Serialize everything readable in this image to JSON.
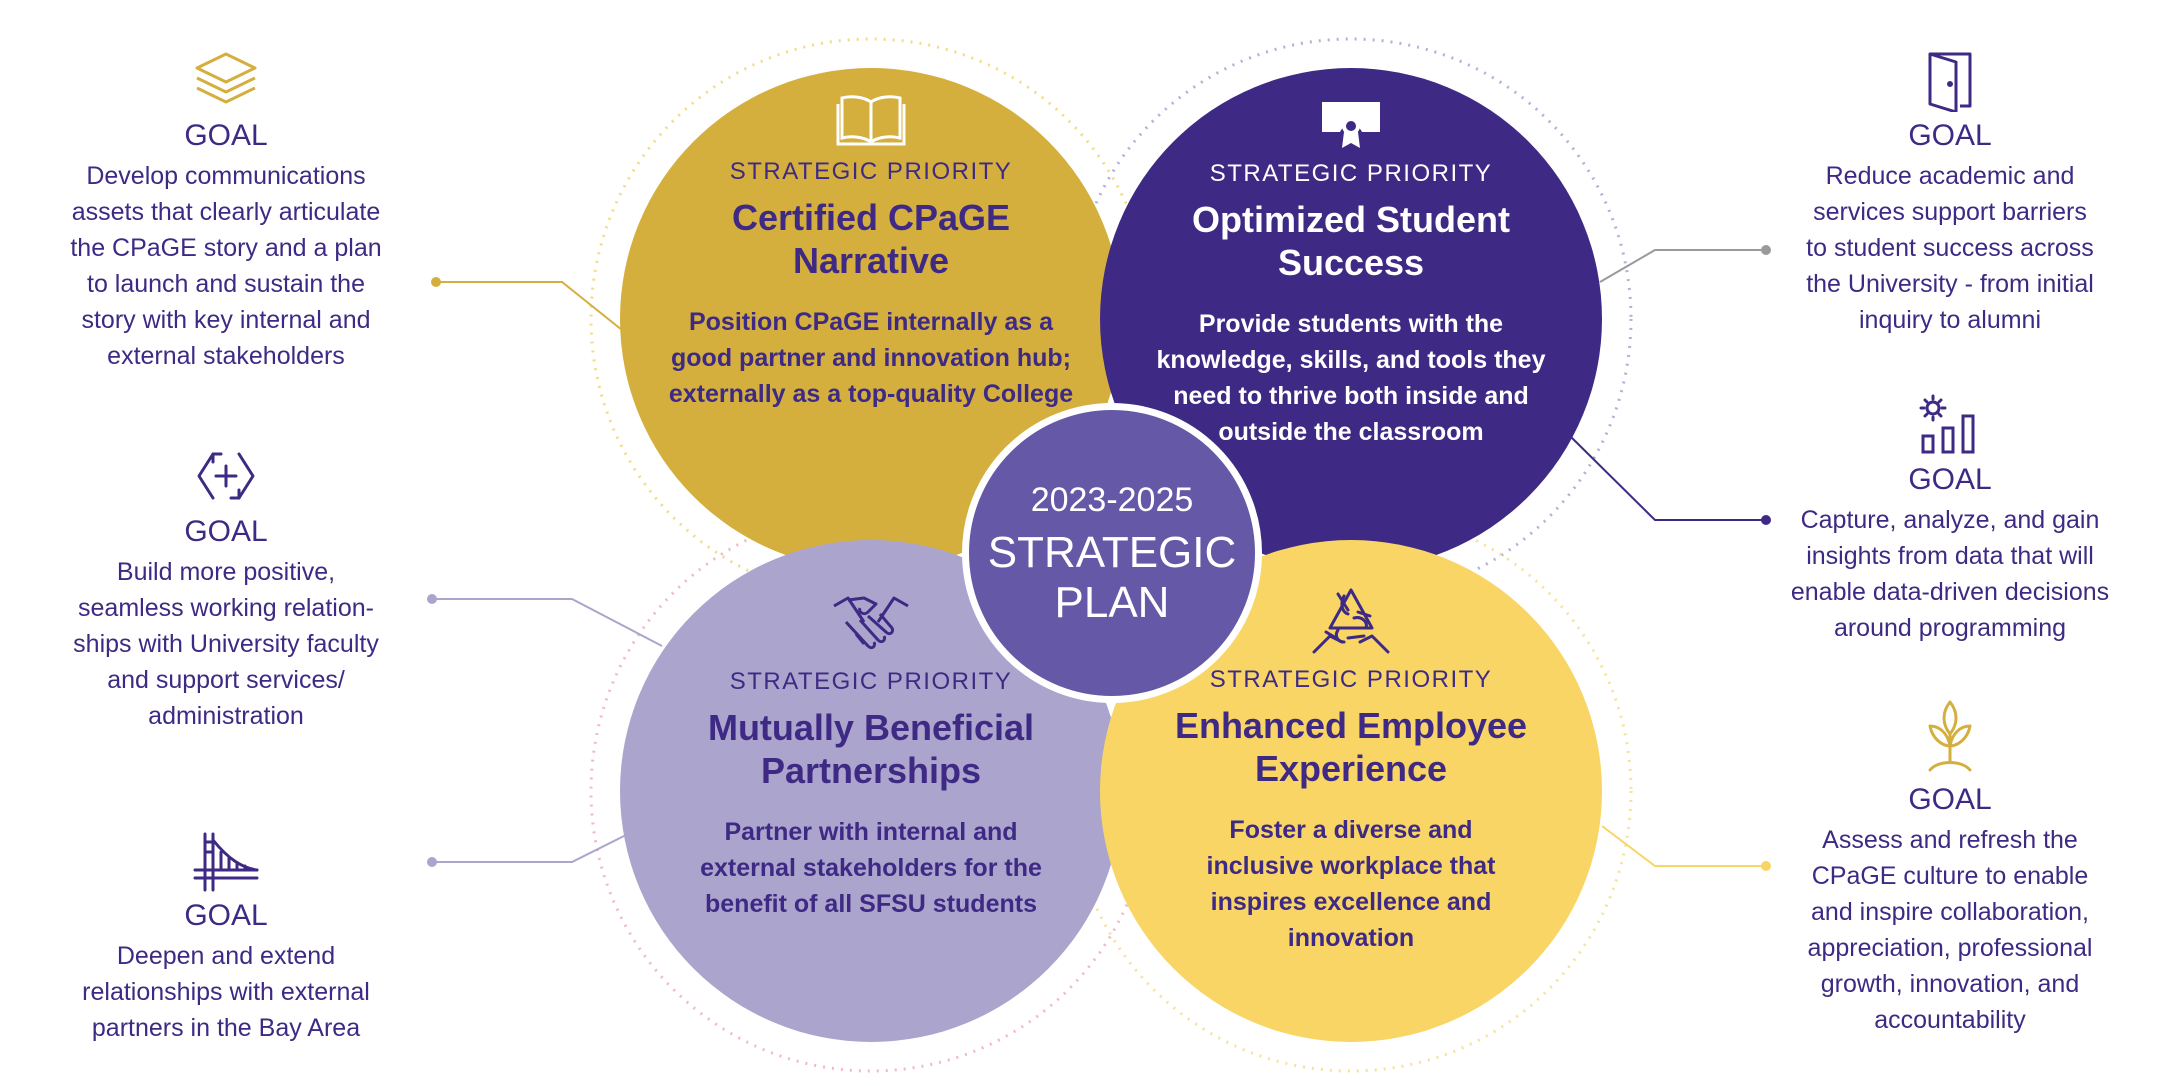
{
  "center": {
    "years": "2023-2025",
    "title_line1": "STRATEGIC",
    "title_line2": "PLAN"
  },
  "priorities": [
    {
      "label": "STRATEGIC PRIORITY",
      "title_l1": "Certified CPaGE",
      "title_l2": "Narrative",
      "desc": [
        "Position CPaGE internally as a",
        "good partner and innovation hub;",
        "externally as a top-quality College"
      ],
      "icon": "open-book-icon",
      "color": "#D4AF3E"
    },
    {
      "label": "STRATEGIC PRIORITY",
      "title_l1": "Optimized Student",
      "title_l2": "Success",
      "desc": [
        "Provide students with the",
        "knowledge, skills, and tools they",
        "need to thrive both inside and",
        "outside the classroom"
      ],
      "icon": "diploma-icon",
      "color": "#3E2A84"
    },
    {
      "label": "STRATEGIC PRIORITY",
      "title_l1": "Mutually Beneficial",
      "title_l2": "Partnerships",
      "desc": [
        "Partner with internal and",
        "external stakeholders for the",
        "benefit of all SFSU students"
      ],
      "icon": "handshake-icon",
      "color": "#ABA4CD"
    },
    {
      "label": "STRATEGIC PRIORITY",
      "title_l1": "Enhanced Employee",
      "title_l2": "Experience",
      "desc": [
        "Foster a diverse and",
        "inclusive workplace that",
        "inspires excellence and",
        "innovation"
      ],
      "icon": "team-hands-icon",
      "color": "#F8D565"
    }
  ],
  "goals": [
    {
      "heading": "GOAL",
      "icon": "layers-icon",
      "text": [
        "Develop communications",
        "assets that clearly articulate",
        "the CPaGE story and a plan",
        "to launch and sustain the",
        "story with key internal and",
        "external stakeholders"
      ]
    },
    {
      "heading": "GOAL",
      "icon": "plus-hexagon-icon",
      "text": [
        "Build more positive,",
        "seamless working relation-",
        "ships with University faculty",
        "and support services/",
        "administration"
      ]
    },
    {
      "heading": "GOAL",
      "icon": "bridge-icon",
      "text": [
        "Deepen and extend",
        "relationships with external",
        "partners in the Bay Area"
      ]
    },
    {
      "heading": "GOAL",
      "icon": "door-icon",
      "text": [
        "Reduce academic and",
        "services support barriers",
        "to student success across",
        "the University - from initial",
        "inquiry to alumni"
      ]
    },
    {
      "heading": "GOAL",
      "icon": "data-chart-icon",
      "text": [
        "Capture, analyze, and gain",
        "insights from data that will",
        "enable data-driven decisions",
        "around programming"
      ]
    },
    {
      "heading": "GOAL",
      "icon": "sprout-icon",
      "text": [
        "Assess and refresh the",
        "CPaGE culture to enable",
        "and inspire collaboration,",
        "appreciation, professional",
        "growth, innovation, and",
        "accountability"
      ]
    }
  ],
  "colors": {
    "gold": "#D4AF3E",
    "purple": "#3E2A84",
    "lavender": "#ABA4CD",
    "yellow": "#F8D565",
    "center": "#6558A6",
    "text": "#3E2A84"
  }
}
